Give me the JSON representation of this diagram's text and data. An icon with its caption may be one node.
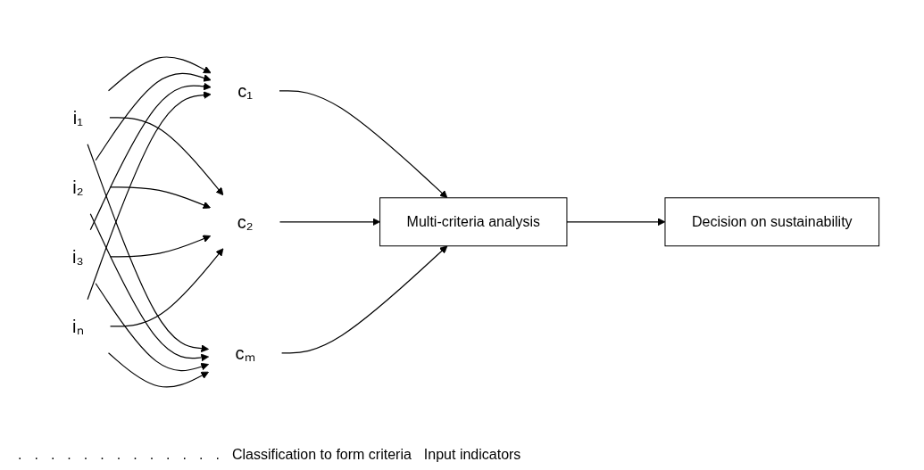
{
  "diagram": {
    "nodes": [
      {
        "text": [
          "i₁"
        ]
      },
      {
        "text": [
          "i₂"
        ]
      },
      {
        "text": [
          "i₃"
        ]
      },
      {
        "text": [
          "iₙ"
        ]
      },
      {
        "text": [
          "c₁"
        ]
      },
      {
        "text": [
          "c₂"
        ]
      },
      {
        "text": [
          "cₘ"
        ]
      },
      {
        "text": [
          "Multi-criteria analysis"
        ]
      },
      {
        "text": [
          "Decision on sustainability"
        ]
      }
    ],
    "edges": [
      {
        "from": 0,
        "to": 4,
        "arrow": "to"
      },
      {
        "from": 0,
        "to": 5,
        "arrow": "to"
      },
      {
        "from": 0,
        "to": 6,
        "arrow": "to"
      },
      {
        "from": 1,
        "to": 4,
        "arrow": "to"
      },
      {
        "from": 1,
        "to": 5,
        "arrow": "to"
      },
      {
        "from": 1,
        "to": 6,
        "arrow": "to"
      },
      {
        "from": 2,
        "to": 4,
        "arrow": "to"
      },
      {
        "from": 2,
        "to": 5,
        "arrow": "to"
      },
      {
        "from": 2,
        "to": 6,
        "arrow": "to"
      },
      {
        "from": 3,
        "to": 4,
        "arrow": "to"
      },
      {
        "from": 3,
        "to": 5,
        "arrow": "to"
      },
      {
        "from": 3,
        "to": 6,
        "arrow": "to"
      },
      {
        "from": 4,
        "to": 7,
        "arrow": "to"
      },
      {
        "from": 5,
        "to": 7,
        "arrow": "to"
      },
      {
        "from": 6,
        "to": 7,
        "arrow": "to"
      },
      {
        "from": 7,
        "to": 8,
        "arrow": "to"
      }
    ],
    "labels": [
      ".",
      ".",
      ".",
      ".",
      ".",
      ".",
      ".",
      ".",
      ".",
      ".",
      ".",
      ".",
      ".",
      "Classification to form criteria",
      "Input indicators"
    ]
  }
}
